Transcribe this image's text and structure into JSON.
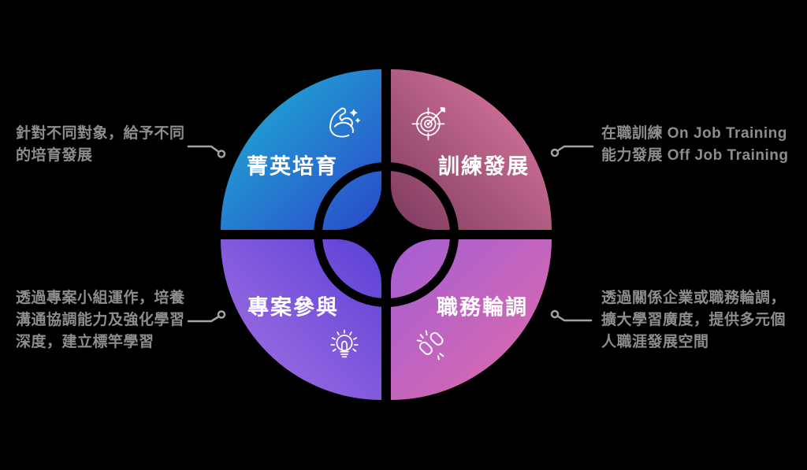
{
  "colors": {
    "background": "#000000",
    "label_text": "#ffffff",
    "note_text": "#8d8d8d",
    "connector": "#a3a3a3",
    "icon_stroke": "#ffffff",
    "ring": "#000000"
  },
  "quadrants": [
    {
      "label": "菁英培育",
      "icon": "muscle-arm-icon",
      "gradient": {
        "angle": "135deg",
        "from": "#1fb6d4",
        "to": "#2a48cb"
      }
    },
    {
      "label": "訓練發展",
      "icon": "target-arrow-icon",
      "gradient": {
        "angle": "45deg",
        "from": "#7c3a5c",
        "to": "#e67fa9"
      }
    },
    {
      "label": "專案參與",
      "icon": "lightbulb-icon",
      "gradient": {
        "angle": "225deg",
        "from": "#5b40d6",
        "to": "#a874e3"
      }
    },
    {
      "label": "職務輪調",
      "icon": "chain-link-icon",
      "gradient": {
        "angle": "135deg",
        "from": "#a55ed5",
        "to": "#e16ba6"
      }
    }
  ],
  "notes": {
    "top_left": {
      "lines": [
        "針對不同對象，給予不同",
        "的培育發展"
      ]
    },
    "top_right": {
      "lines": [
        "在職訓練 On Job Training",
        "能力發展 Off Job Training"
      ]
    },
    "bottom_left": {
      "lines": [
        "透過專案小組運作，培養",
        "溝通協調能力及強化學習",
        "深度，建立標竿學習"
      ]
    },
    "bottom_right": {
      "lines": [
        "透過關係企業或職務輪調，",
        "擴大學習廣度，提供多元個",
        "人職涯發展空間"
      ]
    }
  }
}
